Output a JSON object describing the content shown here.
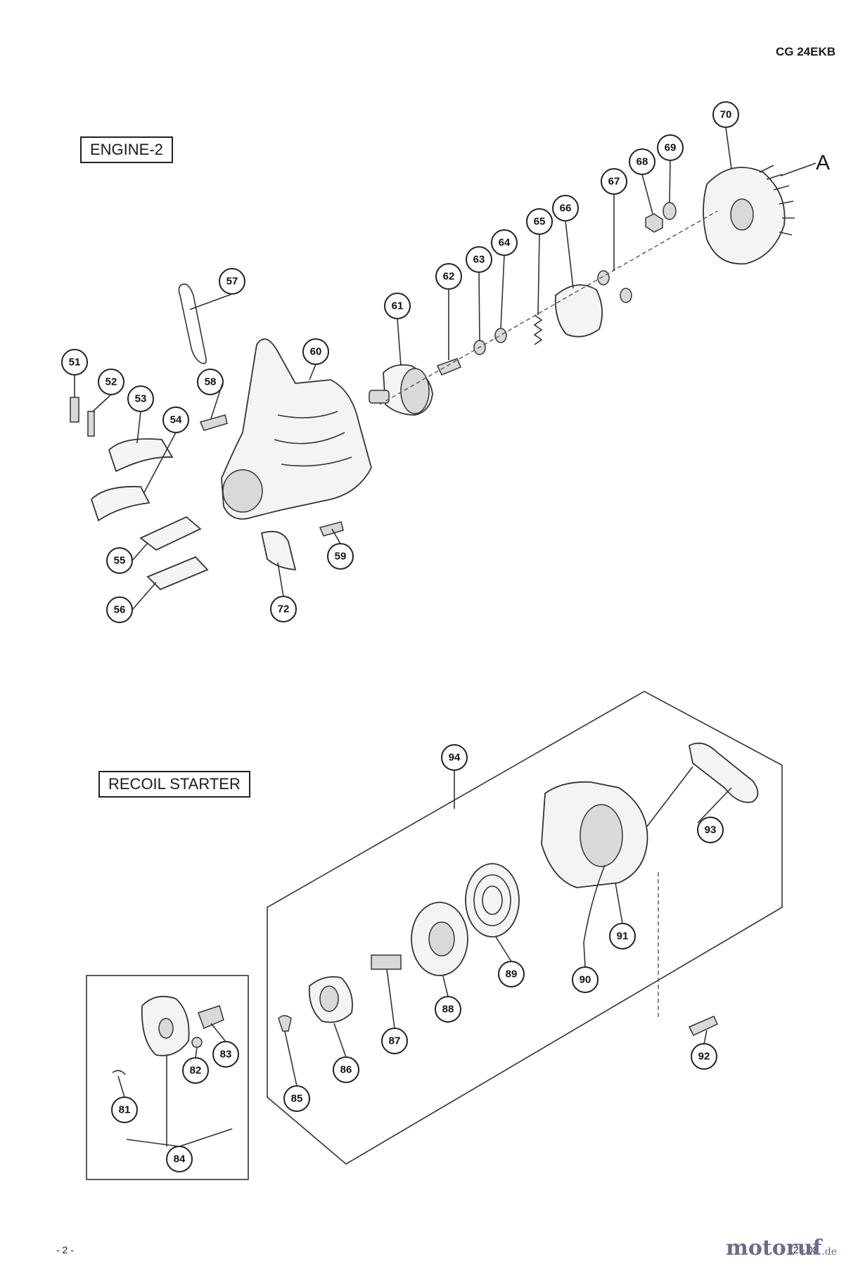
{
  "header": {
    "model": "CG 24EKB"
  },
  "sections": {
    "engine": "ENGINE-2",
    "recoil": "RECOIL STARTER"
  },
  "axis_marker": "A",
  "footer": {
    "page": "- 2 -",
    "date": "12 - 08",
    "logo": "motoruf",
    "logo_domain": ".de"
  },
  "callouts": [
    "51",
    "52",
    "53",
    "54",
    "55",
    "56",
    "57",
    "58",
    "59",
    "60",
    "61",
    "62",
    "63",
    "64",
    "65",
    "66",
    "67",
    "68",
    "69",
    "70",
    "72",
    "94",
    "93",
    "91",
    "90",
    "89",
    "88",
    "87",
    "86",
    "85",
    "84",
    "83",
    "82",
    "81",
    "92"
  ]
}
